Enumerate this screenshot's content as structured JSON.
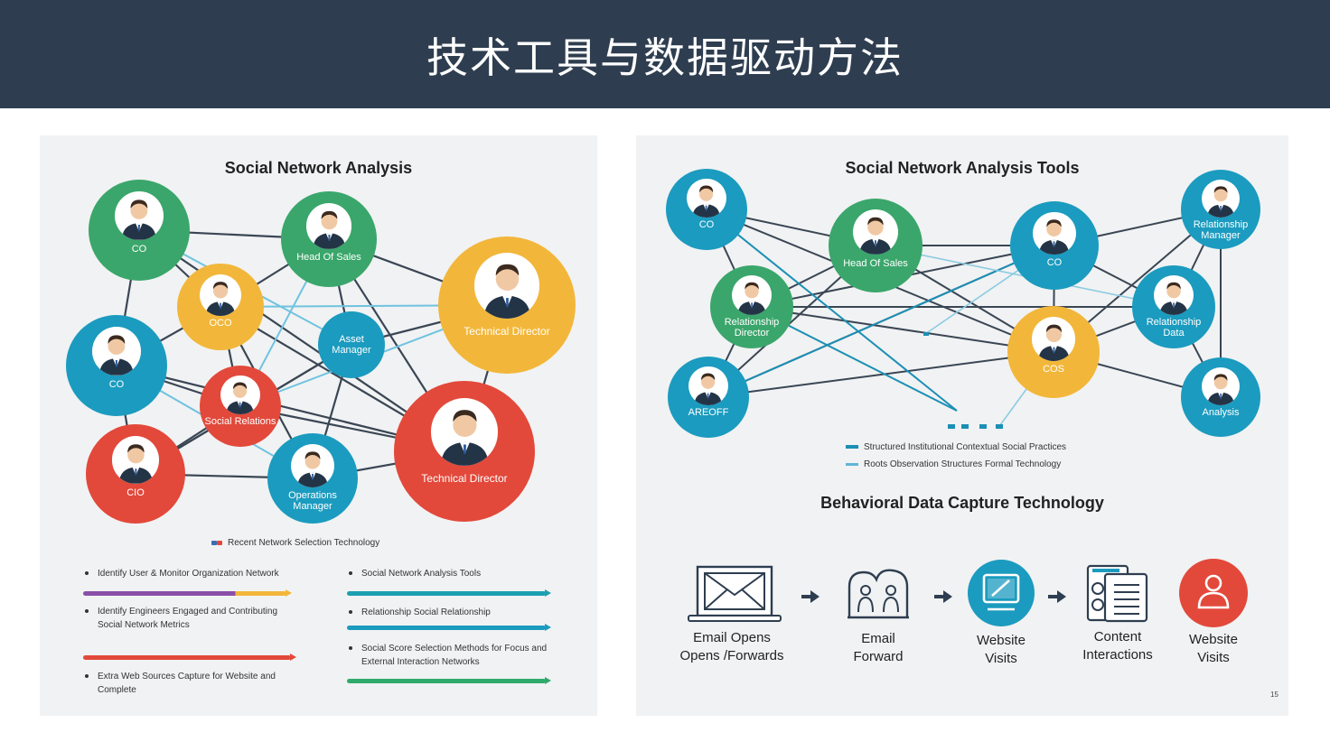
{
  "header": {
    "title": "技术工具与数据驱动方法"
  },
  "left_panel": {
    "title": "Social Network Analysis",
    "nodes": [
      {
        "id": "n1",
        "label": "CO",
        "color": "#3aa66b"
      },
      {
        "id": "n2",
        "label": "Head Of Sales",
        "color": "#3aa66b"
      },
      {
        "id": "n3",
        "label": "OCO",
        "color": "#f2b73a"
      },
      {
        "id": "n4",
        "label": "Technical Director",
        "color": "#f2b73a"
      },
      {
        "id": "n5",
        "label": "CO",
        "color": "#1b9bbf"
      },
      {
        "id": "n6",
        "label": "Asset Manager",
        "color": "#1b9bbf"
      },
      {
        "id": "n7",
        "label": "Social Relations",
        "color": "#e2493b"
      },
      {
        "id": "n8",
        "label": "CIO",
        "color": "#e2493b"
      },
      {
        "id": "n9",
        "label": "Operations Manager",
        "color": "#1b9bbf"
      },
      {
        "id": "n10",
        "label": "Technical Director",
        "color": "#e2493b"
      }
    ],
    "legend": "Recent Network Selection Technology",
    "bullets": [
      {
        "text": "Identify User & Monitor Organization Network"
      },
      {
        "text": "Social Network Analysis Tools"
      },
      {
        "text": "Identify Engineers Engaged and Contributing Social Network Metrics"
      },
      {
        "text": "Relationship Social Relationship"
      },
      {
        "text": "Extra Web Sources Capture for Website and Complete"
      },
      {
        "text": "Social Score Selection Methods for Focus and External Interaction Networks"
      }
    ]
  },
  "right_panel": {
    "title": "Social Network Analysis Tools",
    "nodes": [
      {
        "id": "r1",
        "label": "CO",
        "color": "#1b9bbf"
      },
      {
        "id": "r2",
        "label": "Head Of Sales",
        "color": "#3aa66b"
      },
      {
        "id": "r3",
        "label": "CO",
        "color": "#1b9bbf"
      },
      {
        "id": "r4",
        "label": "Relationship Manager",
        "color": "#1b9bbf"
      },
      {
        "id": "r5",
        "label": "Relationship Director",
        "color": "#3aa66b"
      },
      {
        "id": "r6",
        "label": "COS",
        "color": "#f2b73a"
      },
      {
        "id": "r7",
        "label": "Relationship Data",
        "color": "#1b9bbf"
      },
      {
        "id": "r8",
        "label": "AREOFF",
        "color": "#1b9bbf"
      },
      {
        "id": "r9",
        "label": "Analysis",
        "color": "#1b9bbf"
      }
    ],
    "legend": [
      {
        "text": "Structured Institutional Contextual Social Practices",
        "color": "#1b8fb5"
      },
      {
        "text": "Roots Observation Structures Formal Technology",
        "color": "#5fb6d6"
      }
    ],
    "section_title": "Behavioral Data Capture Technology",
    "steps": [
      {
        "label_line1": "Email Opens",
        "label_line2": "Opens /Forwards",
        "icon": "envelope-laptop-icon"
      },
      {
        "label_line1": "Email",
        "label_line2": "Forward",
        "icon": "people-forward-icon"
      },
      {
        "label_line1": "Website",
        "label_line2": "Visits",
        "icon": "website-edit-icon",
        "color": "#1b9bbf"
      },
      {
        "label_line1": "Content",
        "label_line2": "Interactions",
        "icon": "content-document-icon"
      },
      {
        "label_line1": "Website",
        "label_line2": "Visits",
        "icon": "user-icon",
        "color": "#e2493b"
      }
    ],
    "page_number": "15"
  }
}
